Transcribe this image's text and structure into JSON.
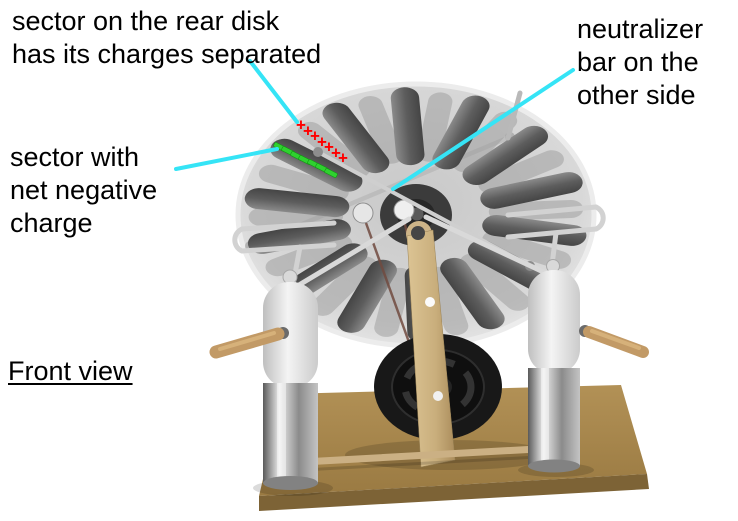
{
  "annotations": {
    "rear_sector_label": "sector on the rear disk\nhas its charges separated",
    "neutralizer_label": "neutralizer\nbar on the\nother side",
    "negative_sector_label": "sector with\nnet negative\ncharge",
    "view_label": "Front view"
  },
  "charges": {
    "positive_symbol": "+",
    "negative_symbol": "−",
    "positive_count": 7,
    "negative_count": 7
  },
  "colors": {
    "background": "#ffffff",
    "annotation_text": "#000000",
    "leader_line": "#35e4f6",
    "positive_charge": "#ff0000",
    "negative_charge": "#2fd12f",
    "disk": "#d8d8d8",
    "sectors": "#5a5a5a",
    "wood_base": "#a5854f",
    "support_column": "#cdb488",
    "leyden_jar_metal": "#9a9a9a"
  }
}
